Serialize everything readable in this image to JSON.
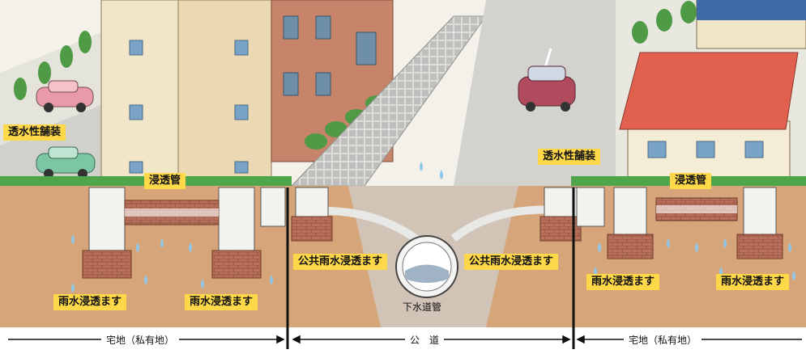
{
  "labels": {
    "permeable_paving": "透水性舗装",
    "infiltration_pipe": "浸透管",
    "rain_infiltrates": "雨水浸透ます",
    "public_rain_infiltrates": "公共雨水浸透ます",
    "sewer_pipe": "下水道管"
  },
  "zones": {
    "private_left": "宅地（私有地）",
    "public_road": "公　道",
    "private_right": "宅地（私有地）"
  },
  "colors": {
    "label_bg": "#ffd84a",
    "soil": "#d7a57a",
    "grass": "#4fa64a",
    "brick": "#b8705a",
    "water": "#8fc7e8",
    "road": "#c9c9c9",
    "roof": "#e2604e"
  }
}
